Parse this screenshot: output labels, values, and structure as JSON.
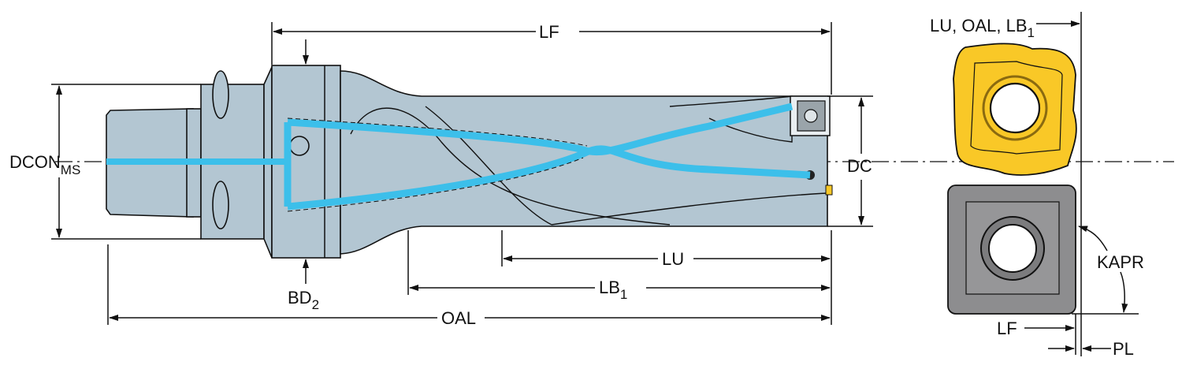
{
  "labels": {
    "lf": "LF",
    "dcon": "DCON",
    "dcon_sub": "MS",
    "bd": "BD",
    "bd_sub": "2",
    "dc": "DC",
    "lu": "LU",
    "lb": "LB",
    "lb_sub": "1",
    "oal": "OAL",
    "insert_ref": "LU, OAL, LB",
    "insert_ref_sub": "1",
    "kapr": "KAPR",
    "insert_lf": "LF",
    "pl": "PL"
  },
  "colors": {
    "body": "#b3c6d2",
    "coolant": "#3cbfea",
    "insert_gold": "#f9c827",
    "insert_gray": "#8d8d8f"
  }
}
